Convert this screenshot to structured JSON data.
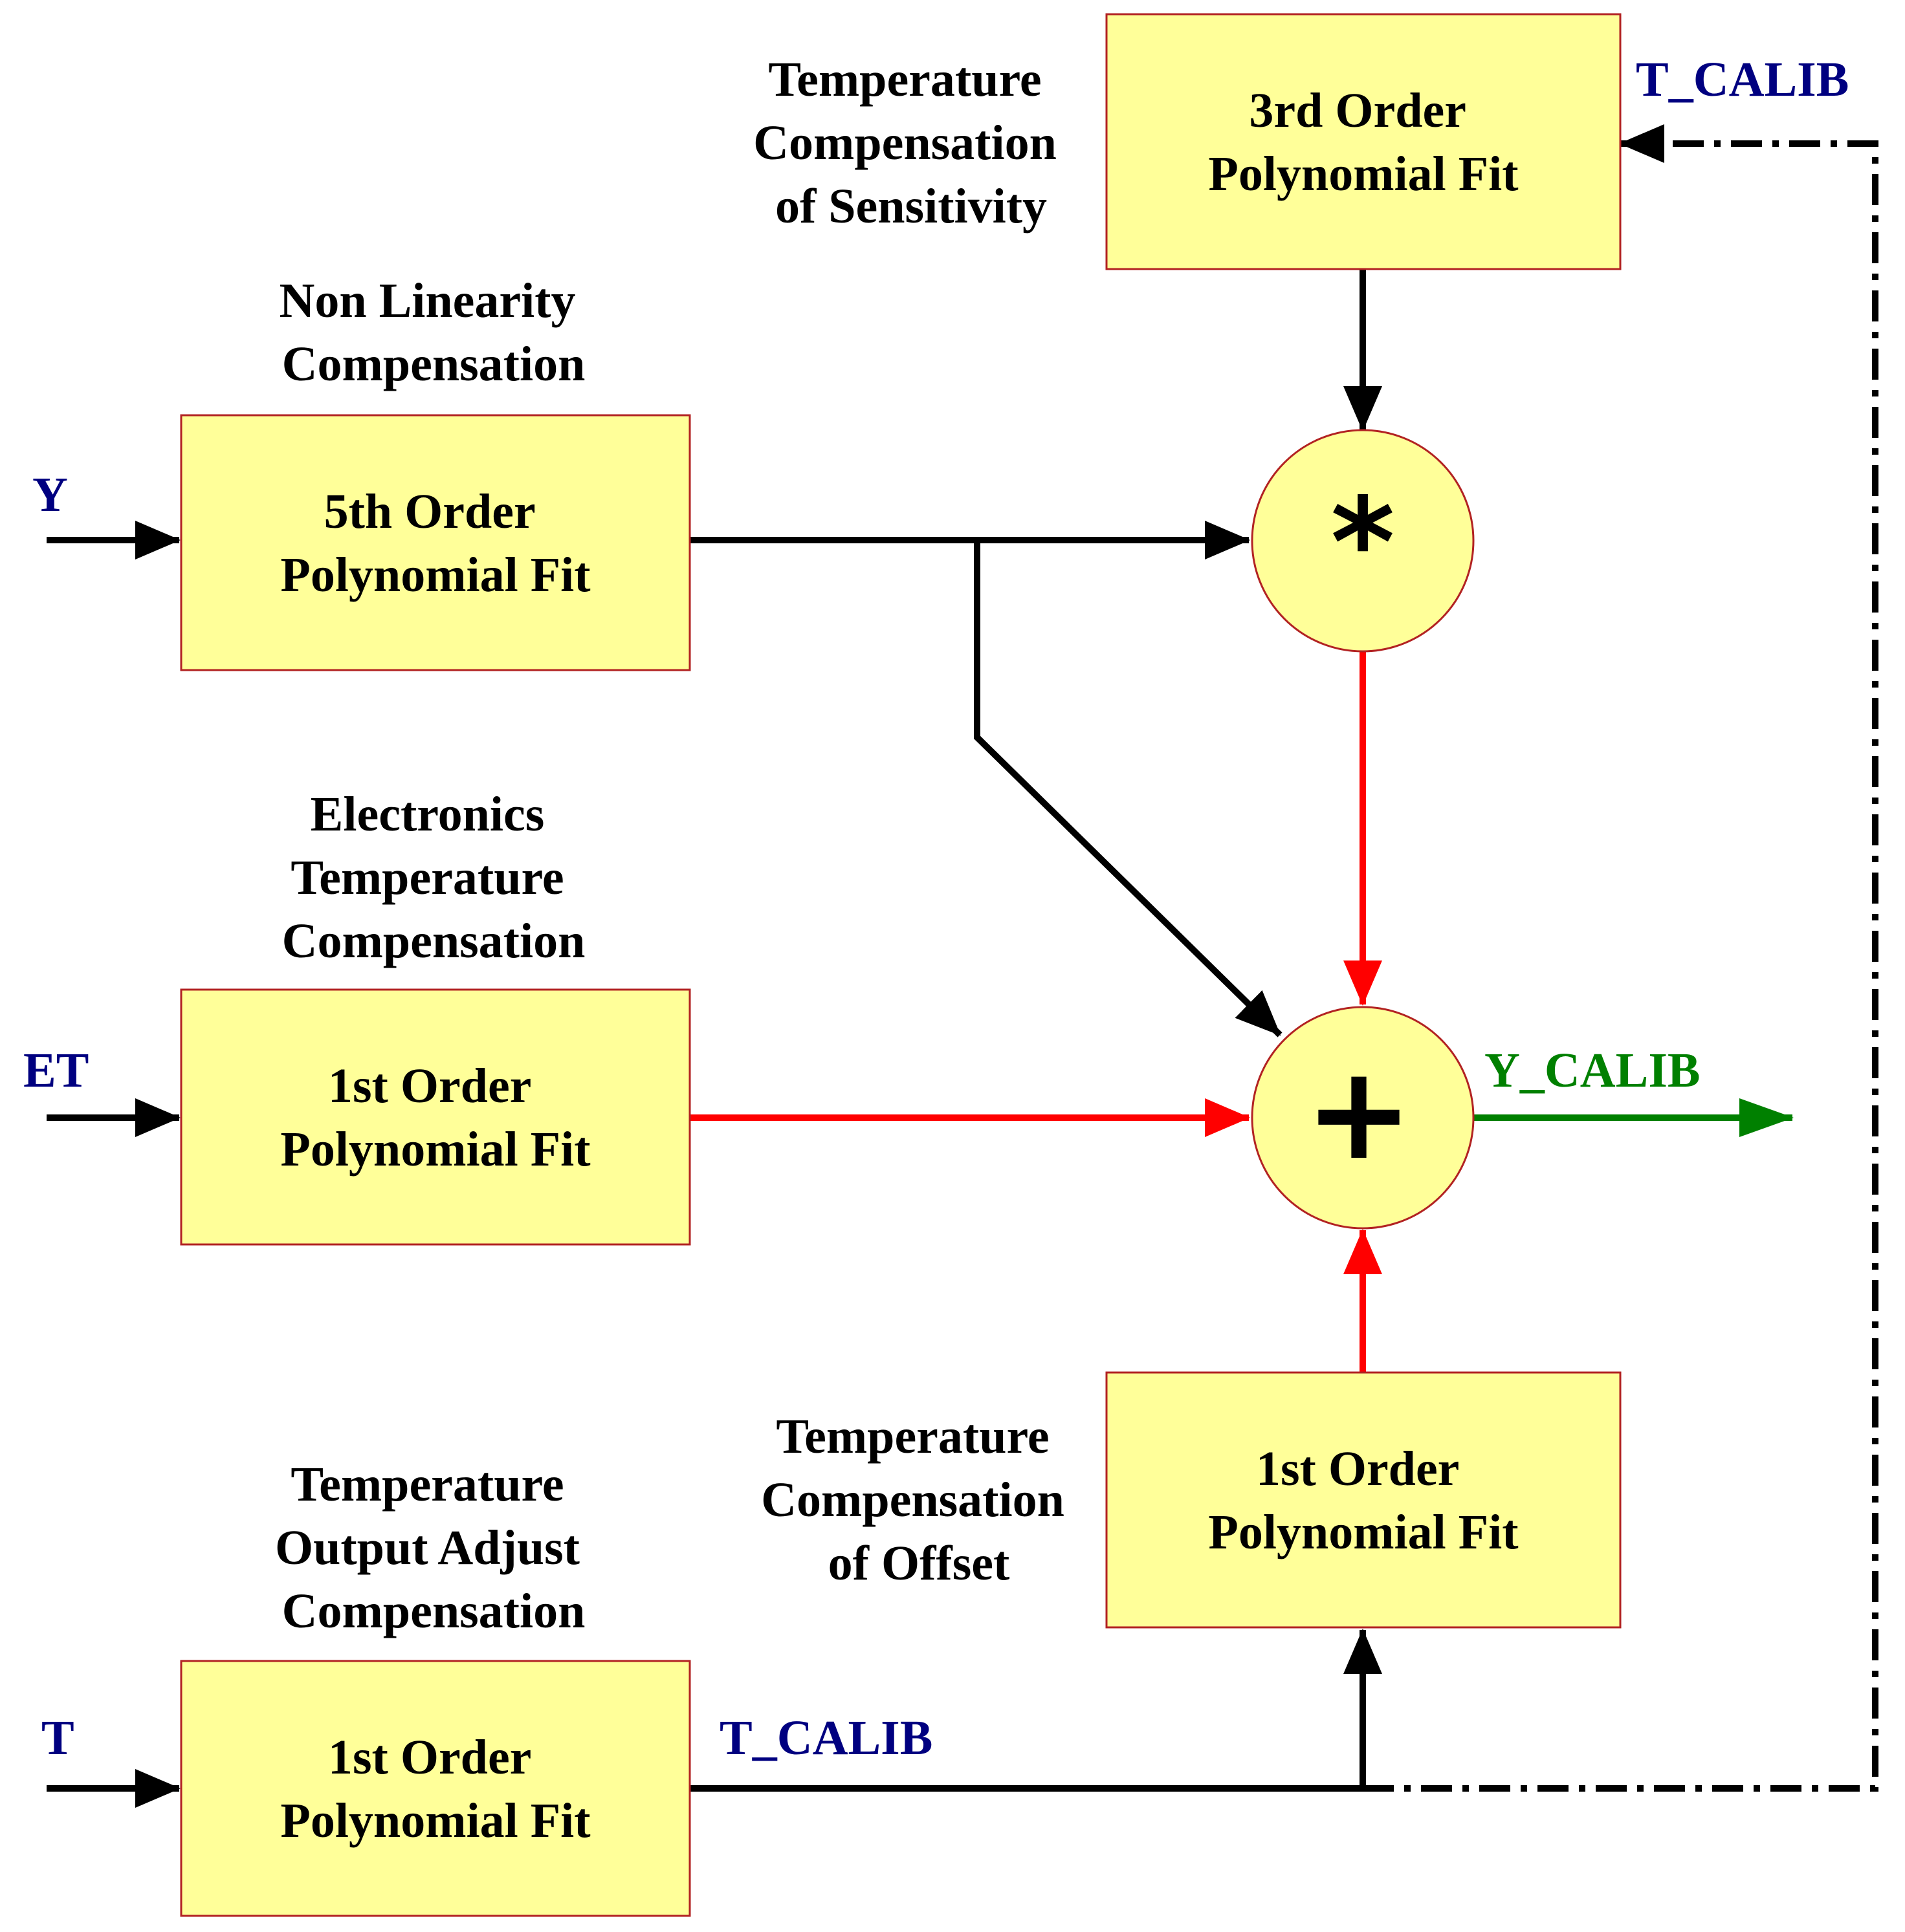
{
  "colors": {
    "block_fill": "#ffff99",
    "block_border": "#b22222",
    "black_wire": "#000000",
    "red_wire": "#ff0000",
    "output_wire": "#008000",
    "input_label": "#000080",
    "output_label": "#008000"
  },
  "blocks": {
    "sensitivity": {
      "title": [
        "Temperature",
        "Compensation",
        "of Sensitivity"
      ],
      "text": [
        "3rd Order",
        "Polynomial Fit"
      ]
    },
    "nonlinearity": {
      "title": [
        "Non Linearity",
        "Compensation"
      ],
      "text": [
        "5th Order",
        "Polynomial Fit"
      ]
    },
    "electronics": {
      "title": [
        "Electronics",
        "Temperature",
        "Compensation"
      ],
      "text": [
        "1st Order",
        "Polynomial Fit"
      ]
    },
    "offset": {
      "title": [
        "Temperature",
        "Compensation",
        "of Offset"
      ],
      "text": [
        "1st Order",
        "Polynomial Fit"
      ]
    },
    "output_adjust": {
      "title": [
        "Temperature",
        "Output Adjust",
        "Compensation"
      ],
      "text": [
        "1st Order",
        "Polynomial Fit"
      ]
    }
  },
  "operators": {
    "multiply": "*",
    "add": "+"
  },
  "signals": {
    "y": "Y",
    "et": "ET",
    "t": "T",
    "t_calib_bottom": "T_CALIB",
    "t_calib_top": "T_CALIB",
    "y_calib": "Y_CALIB"
  }
}
